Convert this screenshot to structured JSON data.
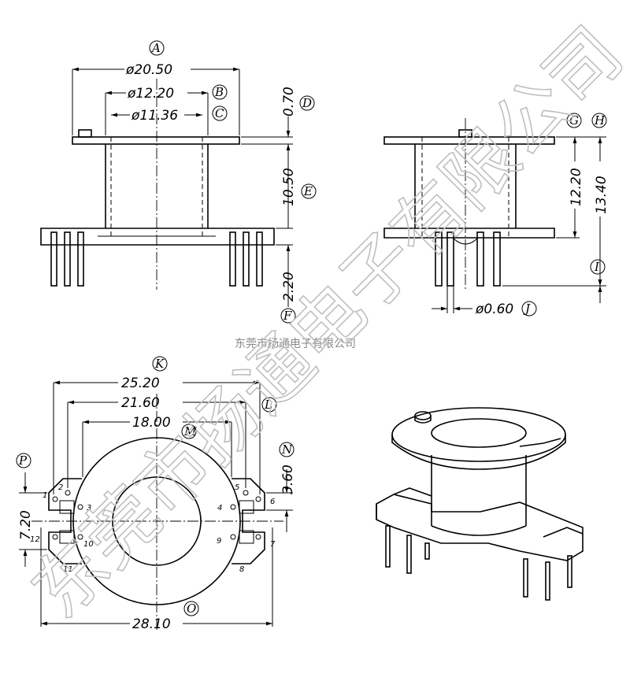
{
  "watermark": {
    "small": "东莞市扬通电子有限公司",
    "large": "东莞市扬通电子有限公司"
  },
  "front_view": {
    "dims": {
      "A": "ø20.50",
      "B": "ø12.20",
      "C": "ø11.36",
      "D": "0.70",
      "E": "10.50",
      "F": "2.20"
    },
    "labels": [
      "A",
      "B",
      "C",
      "D",
      "E",
      "F"
    ]
  },
  "side_view": {
    "dims": {
      "G": "12.20",
      "H": "13.40",
      "J": "ø0.60"
    },
    "labels": [
      "G",
      "H",
      "I",
      "J"
    ]
  },
  "bottom_view": {
    "dims": {
      "K": "25.20",
      "L": "21.60",
      "M": "18.00",
      "N": "3.60",
      "O": "28.10",
      "P": "7.20"
    },
    "labels": [
      "K",
      "L",
      "M",
      "N",
      "O",
      "P"
    ],
    "pins": [
      "1",
      "2",
      "3",
      "4",
      "5",
      "6",
      "7",
      "8",
      "9",
      "10",
      "11",
      "12"
    ]
  }
}
